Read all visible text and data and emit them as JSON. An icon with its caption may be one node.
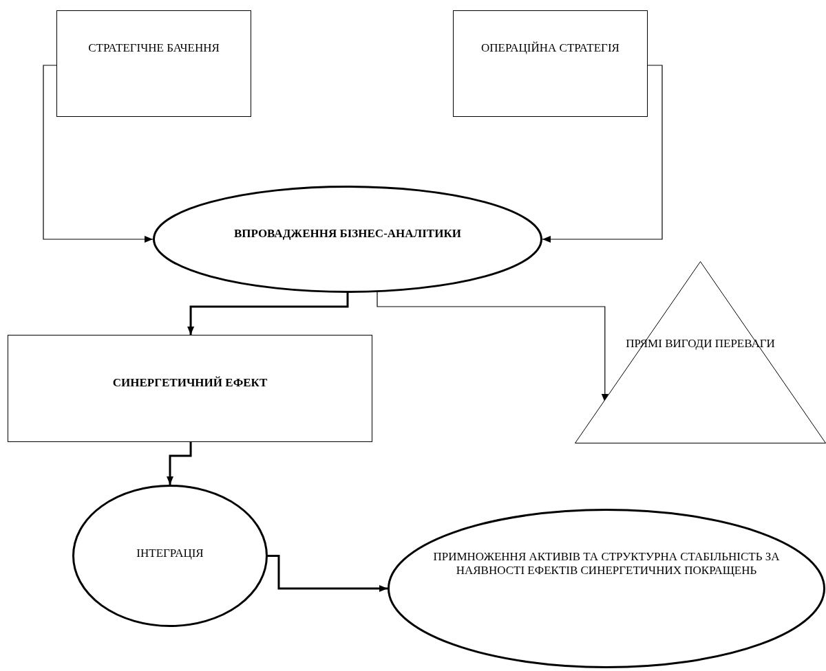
{
  "diagram": {
    "nodes": [
      {
        "text": [
          "СТРАТЕГІЧНЕ БАЧЕННЯ"
        ]
      },
      {
        "text": [
          "ОПЕРАЦІЙНА СТРАТЕГІЯ"
        ]
      },
      {
        "text": [
          "ВПРОВАДЖЕННЯ БІЗНЕС-АНАЛІТИКИ"
        ]
      },
      {
        "text": [
          "СИНЕРГЕТИЧНИЙ ЕФЕКТ"
        ]
      },
      {
        "text": [
          "ПРЯМІ ВИГОДИ ПЕРЕВАГИ"
        ]
      },
      {
        "text": [
          "ІНТЕГРАЦІЯ"
        ]
      },
      {
        "text": [
          "ПРИМНОЖЕННЯ АКТИВІВ ТА СТРУКТУРНА СТАБІЛЬНІСТЬ ЗА НАЯВНОСТІ ЕФЕКТІВ СИНЕРГЕТИЧНИХ ПОКРАЩЕНЬ"
        ]
      }
    ],
    "edges": [
      {
        "from": 0,
        "to": 2,
        "arrow": "to"
      },
      {
        "from": 1,
        "to": 2,
        "arrow": "to"
      },
      {
        "from": 2,
        "to": 3,
        "arrow": "to",
        "style": "thick"
      },
      {
        "from": 2,
        "to": 4,
        "arrow": "to"
      },
      {
        "from": 3,
        "to": 5,
        "arrow": "to",
        "style": "thick"
      },
      {
        "from": 5,
        "to": 6,
        "arrow": "to",
        "style": "thick"
      }
    ]
  }
}
